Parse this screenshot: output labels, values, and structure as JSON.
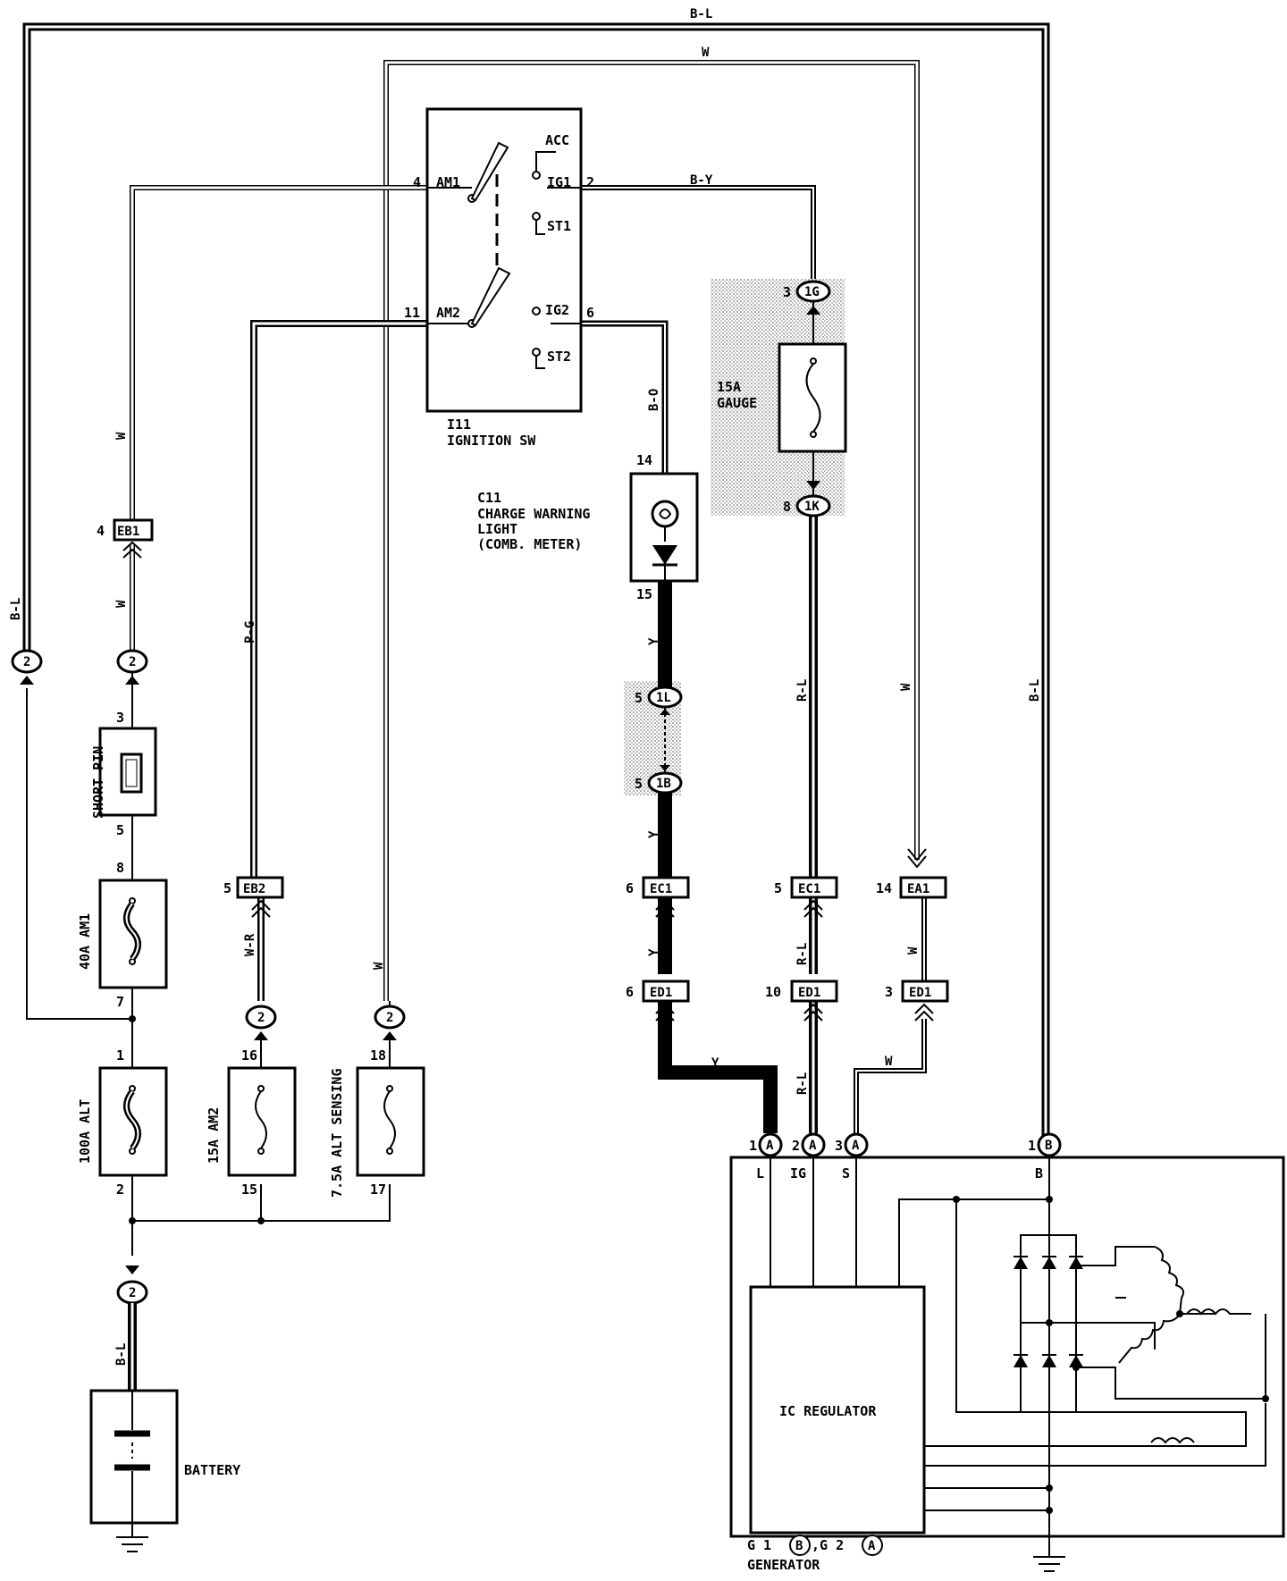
{
  "wire_colors": {
    "top_bl": "B-L",
    "top_w": "W",
    "left_bl": "B-L",
    "w_to_eb1_upper": "W",
    "w_to_eb1_lower": "W",
    "pg": "P-G",
    "wr": "W-R",
    "w_alt_sensing": "W",
    "by": "B-Y",
    "bo": "B-O",
    "y1": "Y",
    "y2": "Y",
    "y3": "Y",
    "y4": "Y",
    "rl1": "R-L",
    "rl2": "R-L",
    "rl3": "R-L",
    "w_ea1": "W",
    "w_ed1": "W",
    "w_gen": "W",
    "right_bl": "B-L",
    "battery_bl": "B-L"
  },
  "ignition_switch": {
    "code": "I11",
    "name": "IGNITION SW",
    "terminals": {
      "acc": "ACC",
      "am1": "AM1",
      "ig1": "IG1",
      "st1": "ST1",
      "am2": "AM2",
      "ig2": "IG2",
      "st2": "ST2"
    },
    "pins": {
      "am1": "4",
      "ig1": "2",
      "am2": "11",
      "ig2": "6"
    }
  },
  "charge_light": {
    "code": "C11",
    "line1": "CHARGE WARNING",
    "line2": "LIGHT",
    "line3": "(COMB. METER)",
    "pin_in": "14",
    "pin_out": "15"
  },
  "gauge_fuse": {
    "line1": "15A",
    "line2": "GAUGE",
    "pin_top": "3",
    "conn_top": "1G",
    "pin_bot": "8",
    "conn_bot": "1K"
  },
  "junctions": {
    "j1l_pin": "5",
    "j1l": "1L",
    "j1b_pin": "5",
    "j1b": "1B"
  },
  "connectors": {
    "eb1": {
      "name": "EB1",
      "pin": "4"
    },
    "eb2": {
      "name": "EB2",
      "pin": "5"
    },
    "ec1_left": {
      "name": "EC1",
      "pin": "6"
    },
    "ec1_right": {
      "name": "EC1",
      "pin": "5"
    },
    "ea1": {
      "name": "EA1",
      "pin": "14"
    },
    "ed1_left": {
      "name": "ED1",
      "pin": "6"
    },
    "ed1_mid": {
      "name": "ED1",
      "pin": "10"
    },
    "ed1_right": {
      "name": "ED1",
      "pin": "3"
    }
  },
  "circle_2": "2",
  "short_pin": {
    "name": "SHORT PIN",
    "pin_top": "3",
    "pin_bot": "5"
  },
  "fuses": {
    "am1": {
      "name": "40A AM1",
      "pin_top": "8",
      "pin_bot": "7"
    },
    "alt": {
      "name": "100A ALT",
      "pin_top": "1",
      "pin_bot": "2"
    },
    "am2": {
      "name": "15A AM2",
      "pin_top": "16",
      "pin_bot": "15"
    },
    "alt_sensing": {
      "name": "7.5A ALT SENSING",
      "pin_top": "18",
      "pin_bot": "17"
    }
  },
  "battery": {
    "label": "BATTERY"
  },
  "generator": {
    "terminals": {
      "l": "L",
      "ig": "IG",
      "s": "S",
      "b": "B"
    },
    "pins": {
      "l": "1",
      "ig": "2",
      "s": "3",
      "b": "1"
    },
    "conn": {
      "a": "A",
      "b": "B"
    },
    "regulator": "IC REGULATOR",
    "code_prefix1": "G 1",
    "code_sep": ",G 2",
    "name": "GENERATOR"
  }
}
